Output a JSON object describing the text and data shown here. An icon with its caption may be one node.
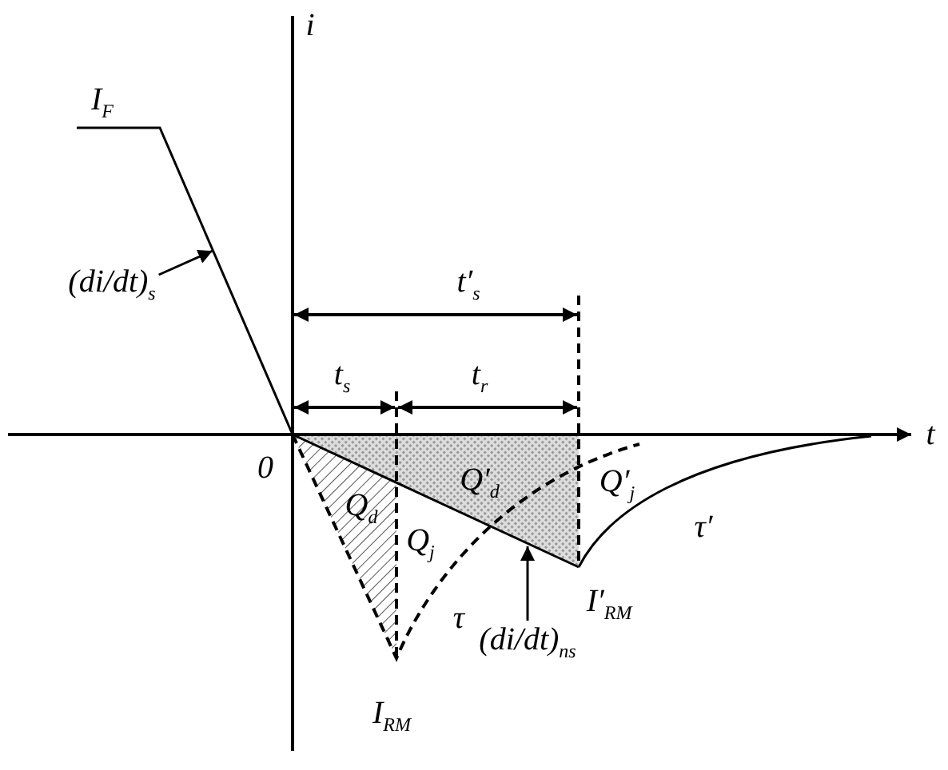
{
  "diagram": {
    "nodes": [
      {
        "text": [
          "(di/dt)$_{s}$"
        ]
      },
      {
        "text": [
          "(di/dt)$_{ns}$"
        ]
      }
    ],
    "edges": [
      {
        "from": 0,
        "to": null,
        "arrow": "to"
      },
      {
        "from": 1,
        "to": null,
        "arrow": "to"
      }
    ],
    "labels": [
      "i",
      "I$_{F}$",
      "t′$_{s}$",
      "t$_{s}$",
      "t$_{r}$",
      "0",
      "t",
      "Q′$_{d}$",
      "Q′$_{j}$",
      "Q$_{d}$",
      "Q$_{j}$",
      "τ′",
      "τ",
      "I′$_{RM}$",
      "I$_{RM}$"
    ]
  }
}
